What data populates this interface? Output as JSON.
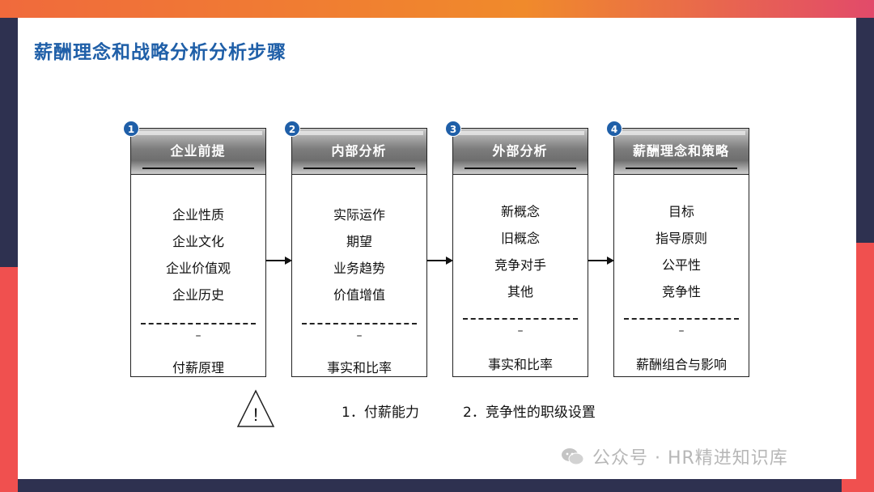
{
  "title": "薪酬理念和战略分析分析步骤",
  "columns": [
    {
      "number": "1",
      "header": "企业前提",
      "items": [
        "企业性质",
        "企业文化",
        "企业价值观",
        "企业历史"
      ],
      "dash_mark": "–",
      "footer": "付薪原理"
    },
    {
      "number": "2",
      "header": "内部分析",
      "items": [
        "实际运作",
        "期望",
        "业务趋势",
        "价值增值"
      ],
      "dash_mark": "–",
      "footer": "事实和比率"
    },
    {
      "number": "3",
      "header": "外部分析",
      "items": [
        "新概念",
        "旧概念",
        "竞争对手",
        "其他"
      ],
      "dash_mark": "–",
      "footer": "事实和比率"
    },
    {
      "number": "4",
      "header": "薪酬理念和策略",
      "items": [
        "目标",
        "指导原则",
        "公平性",
        "竞争性"
      ],
      "dash_mark": "–",
      "footer": "薪酬组合与影响"
    }
  ],
  "warning": {
    "icon": "warning-triangle-icon",
    "symbol": "!",
    "note1": "1．付薪能力",
    "note2": "2．竞争性的职级设置"
  },
  "watermark": {
    "icon": "wechat-icon",
    "text": "公众号 · HR精进知识库"
  },
  "colors": {
    "title": "#1f5fa8",
    "badge": "#1f5fa8",
    "top_bar_orange": "#f08a2b",
    "frame_navy": "#2e3150",
    "accent_red": "#f0504f"
  }
}
